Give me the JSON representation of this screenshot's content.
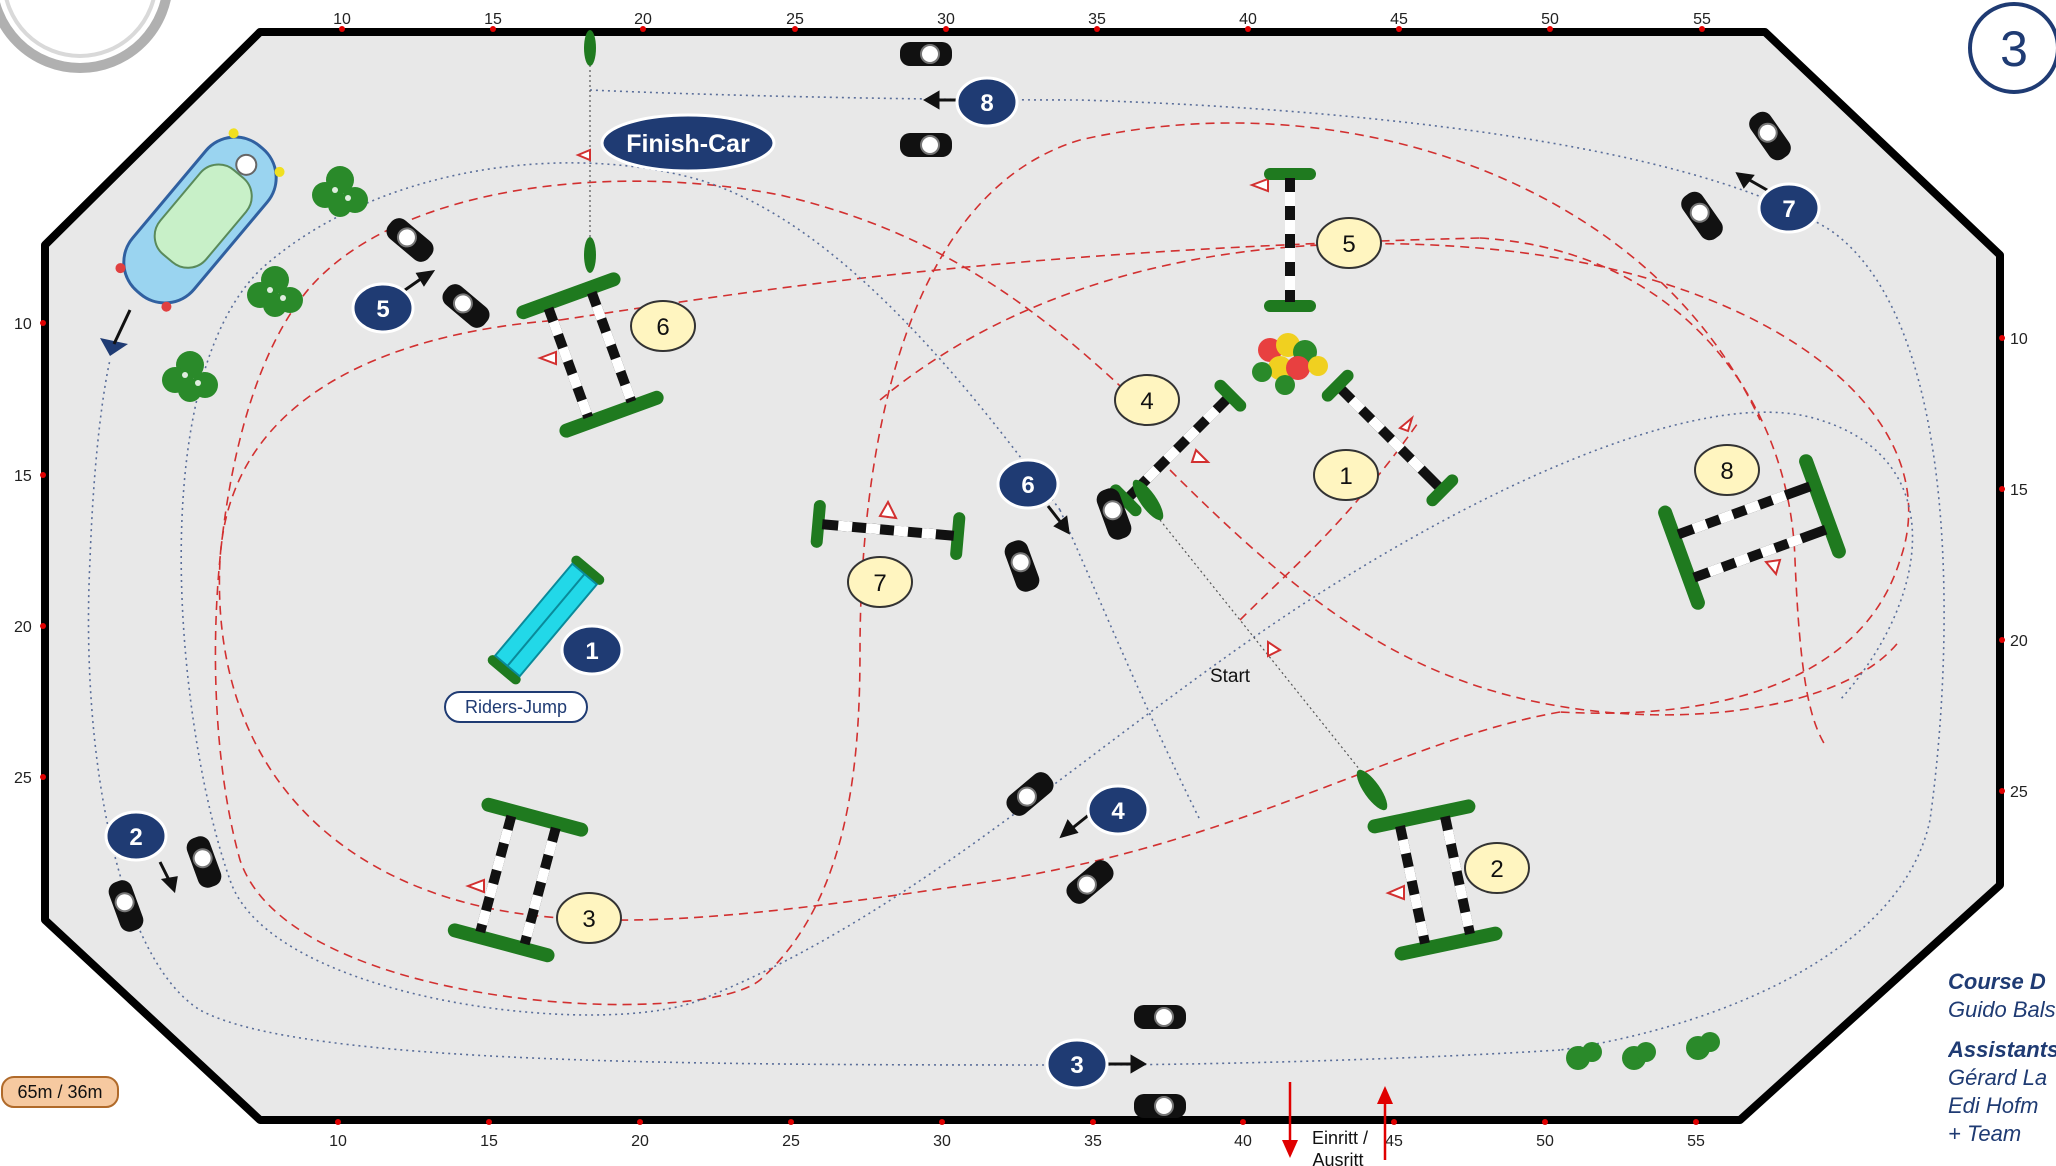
{
  "course_number": "3",
  "finish_label": "Finish-Car",
  "riders_jump_label": "Riders-Jump",
  "start_label": "Start",
  "entrance_label_1": "Einritt /",
  "entrance_label_2": "Ausritt",
  "size_label": "65m / 36m",
  "credits": {
    "designer_heading": "Course D",
    "designer_name": "Guido Bals",
    "assistants_heading": "Assistants",
    "assistant_1": "Gérard La",
    "assistant_2": "Edi Hofm",
    "assistant_3": "+ Team"
  },
  "axes": {
    "top": [
      "10",
      "15",
      "20",
      "25",
      "30",
      "35",
      "40",
      "45",
      "50",
      "55"
    ],
    "bottom": [
      "10",
      "15",
      "20",
      "25",
      "30",
      "35",
      "40",
      "45",
      "50",
      "55"
    ],
    "left": [
      "10",
      "15",
      "20",
      "25"
    ],
    "right": [
      "10",
      "15",
      "20",
      "25"
    ]
  },
  "rider_course_labels": [
    "1",
    "2",
    "3",
    "4",
    "5",
    "6",
    "7",
    "8"
  ],
  "car_course_labels": [
    "1",
    "2",
    "3",
    "4",
    "5",
    "6",
    "7",
    "8"
  ],
  "colors": {
    "arena_fill": "#e8e8e8",
    "arena_border": "#000000",
    "navy_marker": "#1f3b73",
    "cream_marker": "#fff5c0",
    "red_path": "#d23030",
    "blue_path": "#5a6e9a",
    "obstacle_green": "#1f7a1f",
    "riders_jump_cyan": "#22d8e8",
    "size_badge": "#f6c9a0"
  }
}
